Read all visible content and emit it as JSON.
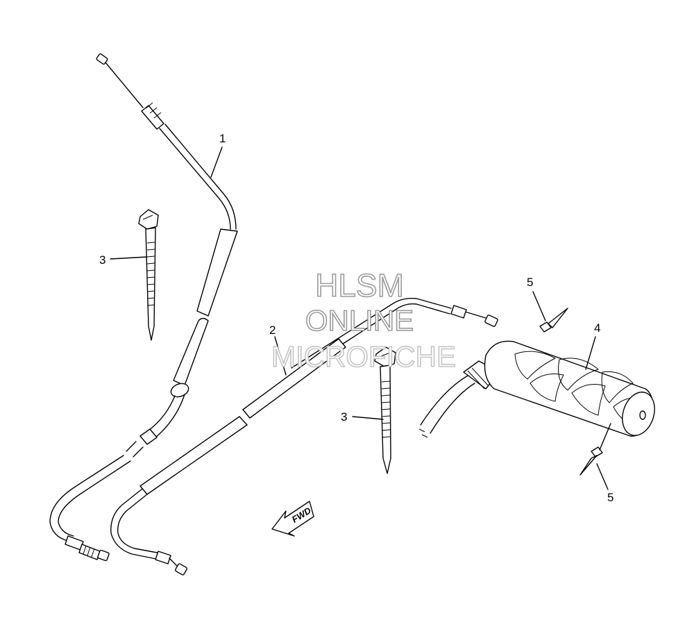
{
  "diagram": {
    "callouts": [
      {
        "id": "c1",
        "label": "1"
      },
      {
        "id": "c2",
        "label": "2"
      },
      {
        "id": "c3a",
        "label": "3"
      },
      {
        "id": "c3b",
        "label": "3"
      },
      {
        "id": "c4",
        "label": "4"
      },
      {
        "id": "c5a",
        "label": "5"
      },
      {
        "id": "c5b",
        "label": "5"
      }
    ],
    "direction_arrow": {
      "label": "FWD"
    },
    "watermark": {
      "line1": "HLSM",
      "line2": "ONLINE",
      "line3": "MICROFICHE"
    }
  }
}
